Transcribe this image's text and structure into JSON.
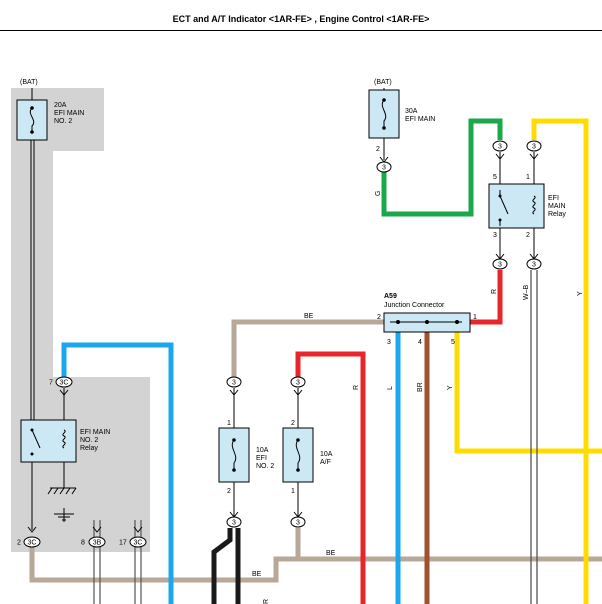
{
  "page": {
    "title": "ECT and A/T Indicator <1AR-FE> , Engine Control <1AR-FE>"
  },
  "colors": {
    "shade": "#d3d3d3",
    "beige": "#b8a898",
    "blue": "#1aa7ec",
    "green": "#1aa84a",
    "red": "#e8252a",
    "yellow": "#ffdc00",
    "brown": "#a0522d",
    "black": "#1a1a1a",
    "component": "#cde8f5",
    "wire_w": "#555555"
  },
  "labels": {
    "bat_left": "(BAT)",
    "fuse_efi_main2_line1": "20A",
    "fuse_efi_main2_line2": "EFI MAIN",
    "fuse_efi_main2_line3": "NO. 2",
    "bat_right": "(BAT)",
    "fuse_efi_main_line1": "30A",
    "fuse_efi_main_line2": "EFI MAIN",
    "relay_efi_main_line1": "EFI",
    "relay_efi_main_line2": "MAIN",
    "relay_efi_main_line3": "Relay",
    "relay_efi_main2_line1": "EFI MAIN",
    "relay_efi_main2_line2": "NO. 2",
    "relay_efi_main2_line3": "Relay",
    "fuse_efi_no2_line1": "10A",
    "fuse_efi_no2_line2": "EFI",
    "fuse_efi_no2_line3": "NO. 2",
    "fuse_af_line1": "10A",
    "fuse_af_line2": "A/F",
    "a59_code": "A59",
    "a59_name": "Junction Connector",
    "wire_be_top": "BE",
    "wire_be_bottom_right": "BE",
    "wire_be_bottom_mid": "BE",
    "wire_g": "G",
    "wire_r_right": "R",
    "wire_wb": "W–B",
    "wire_y_right": "Y",
    "wire_r_mid": "R",
    "wire_l": "L",
    "wire_br": "BR",
    "wire_y_mid": "Y",
    "wire_r_bottom": "R"
  },
  "pins": {
    "fuse_efi_main_pin": "2",
    "conn3_green": "3",
    "conn3_relay_top_left": "3",
    "conn3_relay_top_right": "3",
    "relay_pin5": "5",
    "relay_pin1": "1",
    "relay_pin3": "3",
    "relay_pin2": "2",
    "conn3_relay_bot_left": "3",
    "conn3_relay_bot_right": "3",
    "a59_pin2": "2",
    "a59_pin1": "1",
    "a59_pin3": "3",
    "a59_pin4": "4",
    "a59_pin5": "5",
    "conn3c_top_num": "7",
    "conn3c_top_code": "3C",
    "conn3_efi2_top": "3",
    "conn3_af_top": "3",
    "efi2_pin1": "1",
    "efi2_pin2": "2",
    "af_pin2": "2",
    "af_pin1": "1",
    "conn3_efi2_bot": "3",
    "conn3_af_bot": "3",
    "conn3c_bl_num": "2",
    "conn3c_bl_code": "3C",
    "conn3b_num": "8",
    "conn3b_code": "3B",
    "conn3c_br_num": "17",
    "conn3c_br_code": "3C"
  }
}
